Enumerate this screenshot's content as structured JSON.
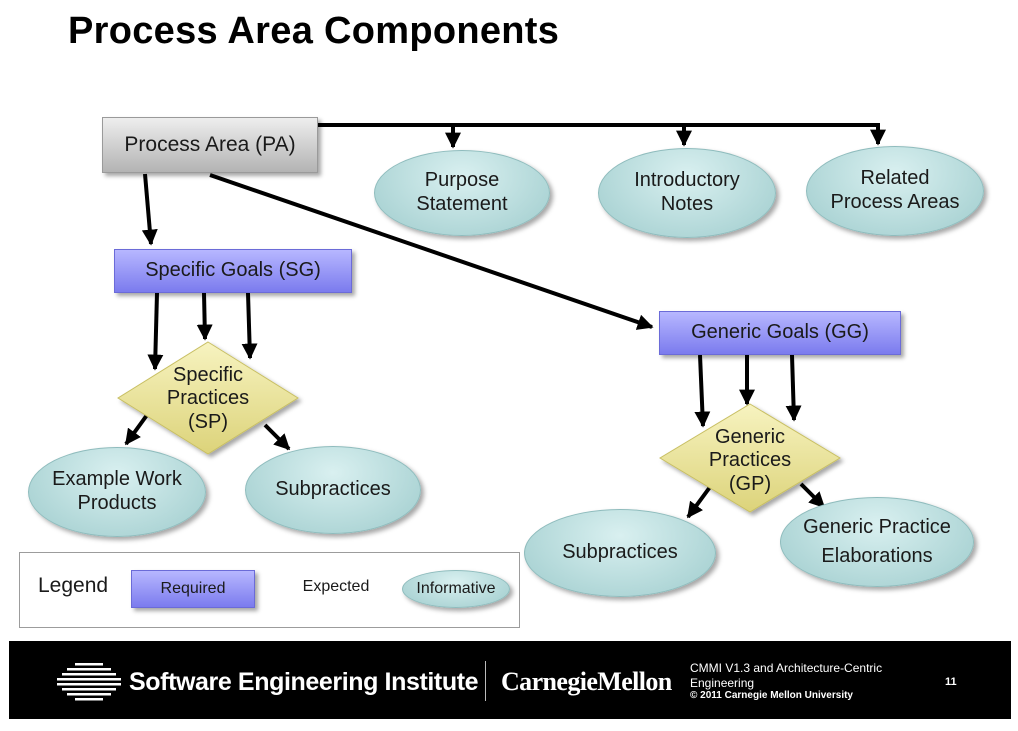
{
  "title": "Process Area Components",
  "nodes": {
    "process_area": "Process Area (PA)",
    "purpose_statement": [
      "Purpose",
      "Statement"
    ],
    "introductory_notes": [
      "Introductory",
      "Notes"
    ],
    "related_process_areas": [
      "Related",
      "Process Areas"
    ],
    "specific_goals": "Specific Goals (SG)",
    "specific_practices": [
      "Specific",
      "Practices",
      "(SP)"
    ],
    "example_work_products": [
      "Example Work",
      "Products"
    ],
    "subpractices_sp": "Subpractices",
    "generic_goals": "Generic Goals (GG)",
    "generic_practices": [
      "Generic",
      "Practices",
      "(GP)"
    ],
    "subpractices_gp": "Subpractices",
    "generic_practice_elaborations": [
      "Generic Practice",
      "Elaborations"
    ]
  },
  "legend": {
    "label": "Legend",
    "required": "Required",
    "expected": "Expected",
    "informative": "Informative"
  },
  "footer": {
    "institute": "Software Engineering Institute",
    "university": "CarnegieMellon",
    "course": [
      "CMMI V1.3 and Architecture-Centric",
      "Engineering"
    ],
    "copyright": "© 2011 Carnegie Mellon University",
    "page_number": "11"
  },
  "colors": {
    "required": "#8d8df5",
    "expected": "#ece59a",
    "informative": "#b8dede",
    "process_area": "#cfcfcf",
    "footer_bg": "#000000"
  }
}
